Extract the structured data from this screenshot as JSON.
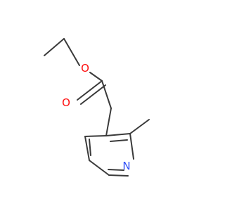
{
  "molecule": {
    "atoms": [
      {
        "id": "O1",
        "label": "O",
        "color": "#ff0d0d"
      },
      {
        "id": "O2",
        "label": "O",
        "color": "#ff0d0d"
      },
      {
        "id": "N1",
        "label": "N",
        "color": "#3050f8"
      }
    ]
  }
}
